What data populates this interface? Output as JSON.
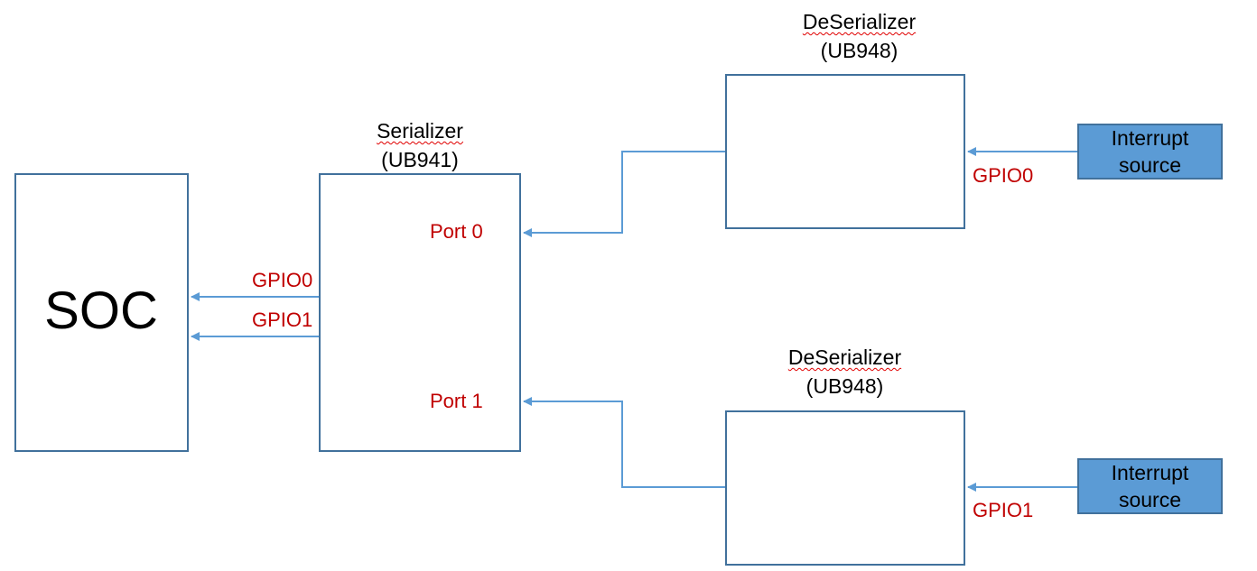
{
  "soc": {
    "label": "SOC"
  },
  "serializer": {
    "title": "Serializer",
    "model": "(UB941)",
    "port0": "Port 0",
    "port1": "Port 1"
  },
  "soc_links": {
    "gpio0": "GPIO0",
    "gpio1": "GPIO1"
  },
  "deserializer_top": {
    "title": "DeSerializer",
    "model": "(UB948)",
    "gpio": "GPIO0"
  },
  "deserializer_bottom": {
    "title": "DeSerializer",
    "model": "(UB948)",
    "gpio": "GPIO1"
  },
  "interrupt_top": {
    "line1": "Interrupt",
    "line2": "source"
  },
  "interrupt_bottom": {
    "line1": "Interrupt",
    "line2": "source"
  },
  "colors": {
    "line": "#5b9bd5",
    "border": "#41719c",
    "source_fill": "#5b9bd5",
    "label_red": "#c00000"
  }
}
